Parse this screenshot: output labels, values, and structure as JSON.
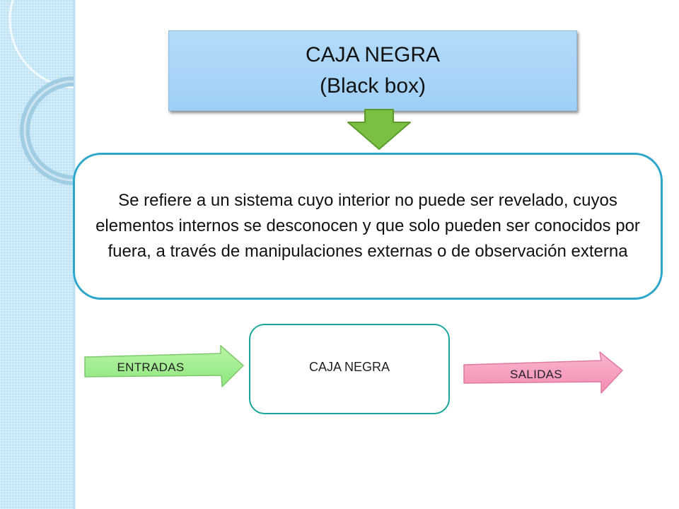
{
  "title": {
    "line1": "CAJA NEGRA",
    "line2": "(Black box)"
  },
  "description": "Se refiere a un sistema cuyo interior no puede ser revelado, cuyos elementos internos se desconocen y que solo pueden ser conocidos por fuera, a través de manipulaciones externas o de observación externa",
  "flow": {
    "input_label": "ENTRADAS",
    "box_label": "CAJA NEGRA",
    "output_label": "SALIDAS"
  },
  "colors": {
    "title_fill": "#a9d5f7",
    "description_border": "#2ea6c9",
    "box_border": "#1aa79b",
    "down_arrow": "#7ac143",
    "input_arrow": "#9ef08f",
    "output_arrow": "#f597b8",
    "side_strip": "#bfe4f6"
  }
}
